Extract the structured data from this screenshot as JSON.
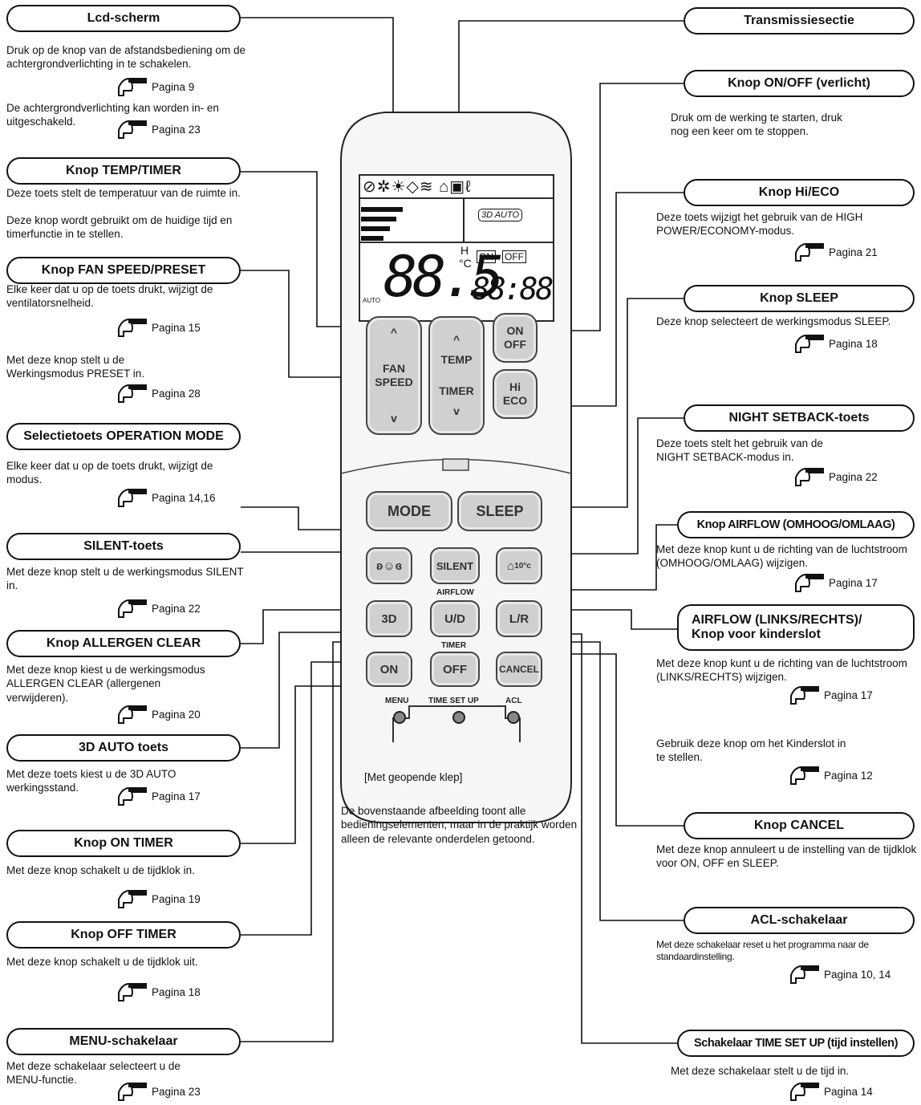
{
  "callouts_left": [
    {
      "title": "Lcd-scherm",
      "desc": "Druk op de knop van de afstandsbediening om de achtergrondverlichting in te schakelen.",
      "ref": "Pagina 9",
      "desc2": "De achtergrondverlichting kan worden in- en uitgeschakeld.",
      "ref2": "Pagina 23"
    },
    {
      "title": "Knop TEMP/TIMER",
      "desc": "Deze toets stelt de temperatuur van de ruimte in.",
      "desc2": "Deze knop wordt gebruikt om de huidige tijd en timerfunctie in te stellen."
    },
    {
      "title": "Knop FAN SPEED/PRESET",
      "desc": "Elke keer dat u op de toets drukt, wijzigt de ventilatorsnelheid.",
      "ref": "Pagina 15",
      "desc2": "Met deze knop stelt u de Werkingsmodus PRESET in.",
      "ref2": "Pagina 28"
    },
    {
      "title": "Selectietoets OPERATION MODE",
      "desc": "Elke keer dat u op de toets drukt, wijzigt de modus.",
      "ref": "Pagina 14,16"
    },
    {
      "title": "SILENT-toets",
      "desc": "Met deze knop stelt u de werkingsmodus SILENT in.",
      "ref": "Pagina 22"
    },
    {
      "title": "Knop ALLERGEN CLEAR",
      "desc": "Met deze knop kiest u de werkingsmodus ALLERGEN CLEAR (allergenen verwijderen).",
      "ref": "Pagina 20"
    },
    {
      "title": "3D AUTO toets",
      "desc": "Met deze toets kiest u de 3D AUTO werkingsstand.",
      "ref": "Pagina 17"
    },
    {
      "title": "Knop ON TIMER",
      "desc": "Met deze knop schakelt u de tijdklok in.",
      "ref": "Pagina 19"
    },
    {
      "title": "Knop OFF TIMER",
      "desc": "Met deze knop schakelt u de tijdklok uit.",
      "ref": "Pagina 18"
    },
    {
      "title": "MENU-schakelaar",
      "desc": "Met deze schakelaar selecteert u de MENU-functie.",
      "ref": "Pagina 23"
    }
  ],
  "callouts_right": [
    {
      "title": "Transmissiesectie"
    },
    {
      "title": "Knop ON/OFF (verlicht)",
      "desc": "Druk om de werking te starten, druk nog een keer om te stoppen."
    },
    {
      "title": "Knop Hi/ECO",
      "desc": "Deze toets wijzigt het gebruik van de HIGH POWER/ECONOMY-modus.",
      "ref": "Pagina 21"
    },
    {
      "title": "Knop SLEEP",
      "desc": "Deze knop selecteert de werkingsmodus SLEEP.",
      "ref": "Pagina 18"
    },
    {
      "title": "NIGHT SETBACK-toets",
      "desc": "Deze toets stelt het gebruik van de NIGHT SETBACK-modus in.",
      "ref": "Pagina 22"
    },
    {
      "title": "Knop AIRFLOW (OMHOOG/OMLAAG)",
      "desc": "Met deze knop kunt u de richting van de luchtstroom (OMHOOG/OMLAAG) wijzigen.",
      "ref": "Pagina 17"
    },
    {
      "title": "AIRFLOW (LINKS/RECHTS)/",
      "title2": "Knop voor kinderslot",
      "desc": "Met deze knop kunt u de richting van de luchtstroom  (LINKS/RECHTS) wijzigen.",
      "ref": "Pagina 17",
      "desc2": "Gebruik deze knop om het Kinderslot in te stellen.",
      "ref2": "Pagina 12"
    },
    {
      "title": "Knop CANCEL",
      "desc": "Met deze knop annuleert u de instelling van de tijdklok voor ON, OFF en SLEEP."
    },
    {
      "title": "ACL-schakelaar",
      "desc": "Met deze schakelaar reset u het programma naar de standaardinstelling.",
      "ref": "Pagina 10, 14"
    },
    {
      "title": "Schakelaar TIME SET UP (tijd instellen)",
      "desc": "Met deze schakelaar stelt u de tijd in.",
      "ref": "Pagina 14"
    }
  ],
  "remote": {
    "buttons": {
      "fan_up": "^",
      "fan_label": "FAN SPEED",
      "fan_down": "v",
      "temp_up": "^",
      "temp_label": "TEMP",
      "timer_label": "TIMER",
      "temp_down": "v",
      "onoff": "ON OFF",
      "hieco": "Hi ECO",
      "mode": "MODE",
      "sleep": "SLEEP",
      "silent": "SILENT",
      "night": "10°c",
      "three_d": "3D",
      "ud": "U/D",
      "lr": "L/R",
      "on": "ON",
      "off": "OFF",
      "cancel": "CANCEL"
    },
    "group_labels": {
      "airflow": "AIRFLOW",
      "timer": "TIMER"
    },
    "small_labels": {
      "menu": "MENU",
      "time_set_up": "TIME SET UP",
      "acl": "ACL"
    },
    "lcd": {
      "temp_digits": "88.5",
      "clock": "88:88",
      "unit_h": "H",
      "unit_c": "°C",
      "on": "ON",
      "off": "OFF",
      "auto_3d": "3D AUTO",
      "fan_auto": "AUTO"
    }
  },
  "caption": "[Met geopende klep]",
  "note": "De bovenstaande afbeelding toont alle bedieningselementen, maar in de praktijk worden alleen de relevante onderdelen getoond.",
  "icons": [
    "hand-pointer-icon"
  ]
}
